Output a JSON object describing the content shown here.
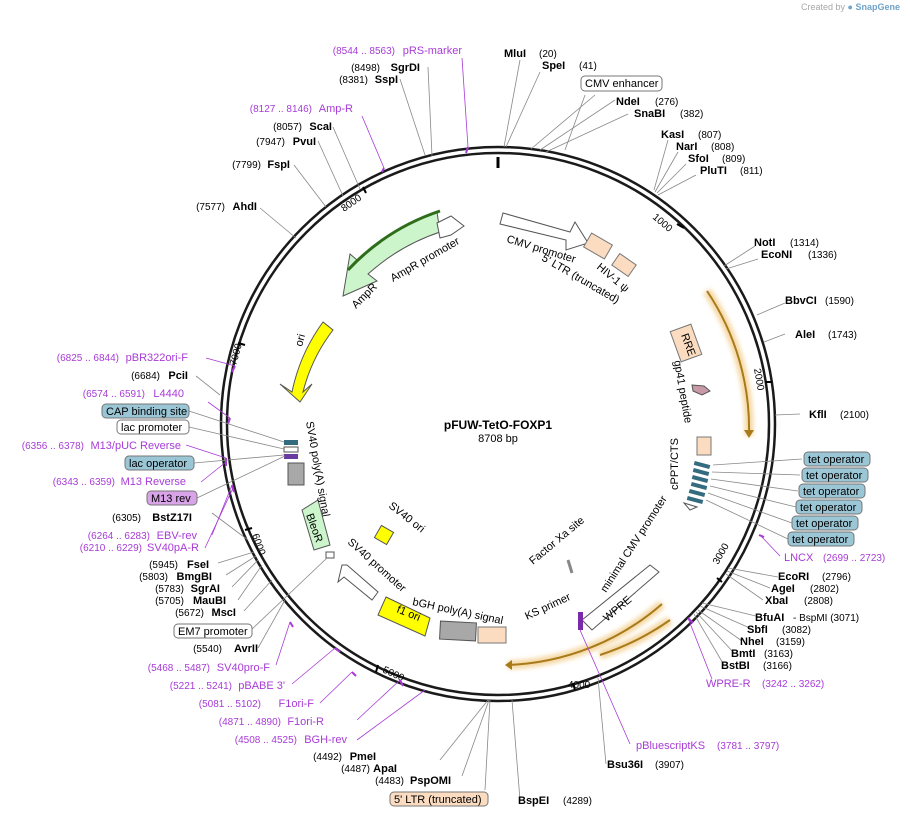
{
  "credit": {
    "prefix": "Created by",
    "brand": "SnapGene"
  },
  "plasmid": {
    "name": "pFUW-TetO-FOXP1",
    "size_label": "8708 bp"
  },
  "ticks": [
    "1000",
    "2000",
    "3000",
    "4000",
    "5000",
    "6000",
    "7000",
    "8000"
  ],
  "enzymes": [
    {
      "name": "MluI",
      "pos": "(20)"
    },
    {
      "name": "SpeI",
      "pos": "(41)"
    },
    {
      "name": "NdeI",
      "pos": "(276)"
    },
    {
      "name": "SnaBI",
      "pos": "(382)"
    },
    {
      "name": "KasI",
      "pos": "(807)"
    },
    {
      "name": "NarI",
      "pos": "(808)"
    },
    {
      "name": "SfoI",
      "pos": "(809)"
    },
    {
      "name": "PluTI",
      "pos": "(811)"
    },
    {
      "name": "NotI",
      "pos": "(1314)"
    },
    {
      "name": "EcoNI",
      "pos": "(1336)"
    },
    {
      "name": "BbvCI",
      "pos": "(1590)"
    },
    {
      "name": "AleI",
      "pos": "(1743)"
    },
    {
      "name": "KflI",
      "pos": "(2100)"
    },
    {
      "name": "EcoRI",
      "pos": "(2796)"
    },
    {
      "name": "AgeI",
      "pos": "(2802)"
    },
    {
      "name": "XbaI",
      "pos": "(2808)"
    },
    {
      "name": "BfuAI",
      "pos": "- BspMI (3071)"
    },
    {
      "name": "SbfI",
      "pos": "(3082)"
    },
    {
      "name": "NheI",
      "pos": "(3159)"
    },
    {
      "name": "BmtI",
      "pos": "(3163)"
    },
    {
      "name": "BstBI",
      "pos": "(3166)"
    },
    {
      "name": "Bsu36I",
      "pos": "(3907)"
    },
    {
      "name": "BspEI",
      "pos": "(4289)"
    },
    {
      "name": "PspOMI",
      "pos": "(4483)"
    },
    {
      "name": "ApaI",
      "pos": "(4487)"
    },
    {
      "name": "PmeI",
      "pos": "(4492)"
    },
    {
      "name": "AvrII",
      "pos": "(5540)"
    },
    {
      "name": "MscI",
      "pos": "(5672)"
    },
    {
      "name": "MauBI",
      "pos": "(5705)"
    },
    {
      "name": "SgrAI",
      "pos": "(5783)"
    },
    {
      "name": "BmgBI",
      "pos": "(5803)"
    },
    {
      "name": "FseI",
      "pos": "(5945)"
    },
    {
      "name": "BstZ17I",
      "pos": "(6305)"
    },
    {
      "name": "PciI",
      "pos": "(6684)"
    },
    {
      "name": "AhdI",
      "pos": "(7577)"
    },
    {
      "name": "FspI",
      "pos": "(7799)"
    },
    {
      "name": "PvuI",
      "pos": "(7947)"
    },
    {
      "name": "ScaI",
      "pos": "(8057)"
    },
    {
      "name": "SspI",
      "pos": "(8381)"
    },
    {
      "name": "SgrDI",
      "pos": "(8498)"
    }
  ],
  "primers": [
    {
      "name": "pRS-marker",
      "pos": "(8544 .. 8563)"
    },
    {
      "name": "Amp-R",
      "pos": "(8127 .. 8146)"
    },
    {
      "name": "pBR322ori-F",
      "pos": "(6825 .. 6844)"
    },
    {
      "name": "L4440",
      "pos": "(6574 .. 6591)"
    },
    {
      "name": "M13/pUC Reverse",
      "pos": "(6356 .. 6378)"
    },
    {
      "name": "M13 Reverse",
      "pos": "(6343 .. 6359)"
    },
    {
      "name": "EBV-rev",
      "pos": "(6264 .. 6283)"
    },
    {
      "name": "SV40pA-R",
      "pos": "(6210 .. 6229)"
    },
    {
      "name": "SV40pro-F",
      "pos": "(5468 .. 5487)"
    },
    {
      "name": "pBABE 3'",
      "pos": "(5221 .. 5241)"
    },
    {
      "name": "F1ori-F",
      "pos": "(5081 .. 5102)"
    },
    {
      "name": "F1ori-R",
      "pos": "(4871 .. 4890)"
    },
    {
      "name": "BGH-rev",
      "pos": "(4508 .. 4525)"
    },
    {
      "name": "pBluescriptKS",
      "pos": "(3781 .. 3797)"
    },
    {
      "name": "WPRE-R",
      "pos": "(3242 .. 3262)"
    },
    {
      "name": "LNCX",
      "pos": "(2699 .. 2723)"
    }
  ],
  "boxed_labels": [
    {
      "name": "CMV enhancer"
    },
    {
      "name": "CAP binding site"
    },
    {
      "name": "lac promoter"
    },
    {
      "name": "lac operator"
    },
    {
      "name": "M13 rev"
    },
    {
      "name": "EM7 promoter"
    },
    {
      "name": "5' LTR (truncated)"
    },
    {
      "name": "tet operator"
    },
    {
      "name": "tet operator"
    },
    {
      "name": "tet operator"
    },
    {
      "name": "tet operator"
    },
    {
      "name": "tet operator"
    },
    {
      "name": "tet operator"
    }
  ],
  "features": {
    "cmv_promoter": "CMV promoter",
    "ltr5": "5' LTR (truncated)",
    "hiv1_psi": "HIV-1 ψ",
    "rre": "RRE",
    "gp41": "gp41 peptide",
    "cppt": "cPPT/CTS",
    "min_cmv": "minimal CMV promoter",
    "factor_xa": "Factor Xa site",
    "wpre": "WPRE",
    "ks_primer": "KS primer",
    "bgh": "bGH poly(A) signal",
    "f1ori": "f1 ori",
    "sv40_promoter": "SV40 promoter",
    "sv40_ori": "SV40 ori",
    "bleor": "BleoR",
    "sv40_polya": "SV40 poly(A) signal",
    "ori": "ori",
    "ampr": "AmpR",
    "ampr_promoter": "AmpR promoter"
  },
  "colors": {
    "backbone": "#1a1a1a",
    "primer": "#a83bd6",
    "promoter": "#ffffff",
    "ltr": "#fbdcc0",
    "orf_highlight": "#f5d9a6",
    "ori": "#ffff00",
    "marker": "#ccf5cc",
    "polya": "#a8a8a8",
    "operator": "#9ac6d6",
    "cppt": "#336b7f",
    "m13": "#d9a3e8"
  }
}
